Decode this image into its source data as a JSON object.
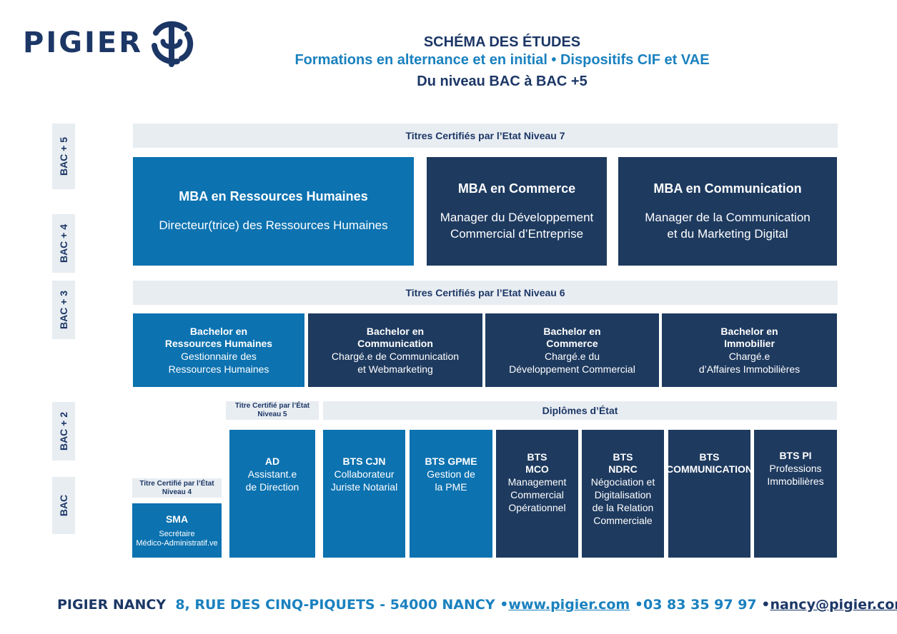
{
  "logo": {
    "text": "PIGIER"
  },
  "header": {
    "title": "SCHÉMA DES ÉTUDES",
    "subtitle": "Formations en alternance et en initial • Dispositifs CIF et VAE",
    "level": "Du niveau BAC à BAC +5"
  },
  "levels": [
    "BAC + 5",
    "BAC + 4",
    "BAC + 3",
    "BAC + 2",
    "BAC"
  ],
  "bands": {
    "niveau7": "Titres Certifiés par l’Etat Niveau 7",
    "niveau6": "Titres Certifiés par l’Etat Niveau 6",
    "niveau5": "Titre Certifié par l’État Niveau 5",
    "niveau4": "Titre Certifié par l’État Niveau 4",
    "diplomes": "Diplômes d’État"
  },
  "mba": [
    {
      "title": "MBA en Ressources Humaines",
      "subtitle": "Directeur(trice) des Ressources Humaines"
    },
    {
      "title": "MBA en Commerce",
      "subtitle": "Manager du Développement\nCommercial d’Entreprise"
    },
    {
      "title": "MBA en Communication",
      "subtitle": "Manager de la Communication\net du Marketing Digital"
    }
  ],
  "bachelors": [
    {
      "title": "Bachelor en\nRessources Humaines",
      "subtitle": "Gestionnaire des\nRessources Humaines"
    },
    {
      "title": "Bachelor en\nCommunication",
      "subtitle": "Chargé.e de Communication\net Webmarketing"
    },
    {
      "title": "Bachelor en\nCommerce",
      "subtitle": "Chargé.e du\nDéveloppement Commercial"
    },
    {
      "title": "Bachelor en\nImmobilier",
      "subtitle": "Chargé.e\nd’Affaires Immobilières"
    }
  ],
  "sma": {
    "title": "SMA",
    "subtitle": "Secrétaire\nMédico-Administratif.ve"
  },
  "ad": {
    "title": "AD",
    "subtitle": "Assistant.e\nde Direction"
  },
  "bts": [
    {
      "title": "BTS CJN",
      "subtitle": "Collaborateur\nJuriste Notarial"
    },
    {
      "title": "BTS GPME",
      "subtitle": "Gestion de\nla PME"
    },
    {
      "title": "BTS\nMCO",
      "subtitle": "Management\nCommercial\nOpérationnel"
    },
    {
      "title": "BTS\nNDRC",
      "subtitle": "Négociation et\nDigitalisation\nde la Relation\nCommerciale"
    },
    {
      "title": "BTS\nCOMMUNICATION",
      "subtitle": ""
    },
    {
      "title": "BTS PI",
      "subtitle": "Professions\nImmobilières"
    }
  ],
  "footer": {
    "name": "PIGIER NANCY",
    "address": "8, RUE DES CINQ-PIQUETS - 54000 NANCY",
    "website": "www.pigier.com",
    "phone": "03 83 35 97 97",
    "email": "nancy@pigier.com"
  },
  "colors": {
    "navy": "#1c3766",
    "blue": "#0c72b0",
    "dark_box": "#1e3a5f",
    "band": "#e8edf2",
    "accent": "#1a81bf"
  }
}
